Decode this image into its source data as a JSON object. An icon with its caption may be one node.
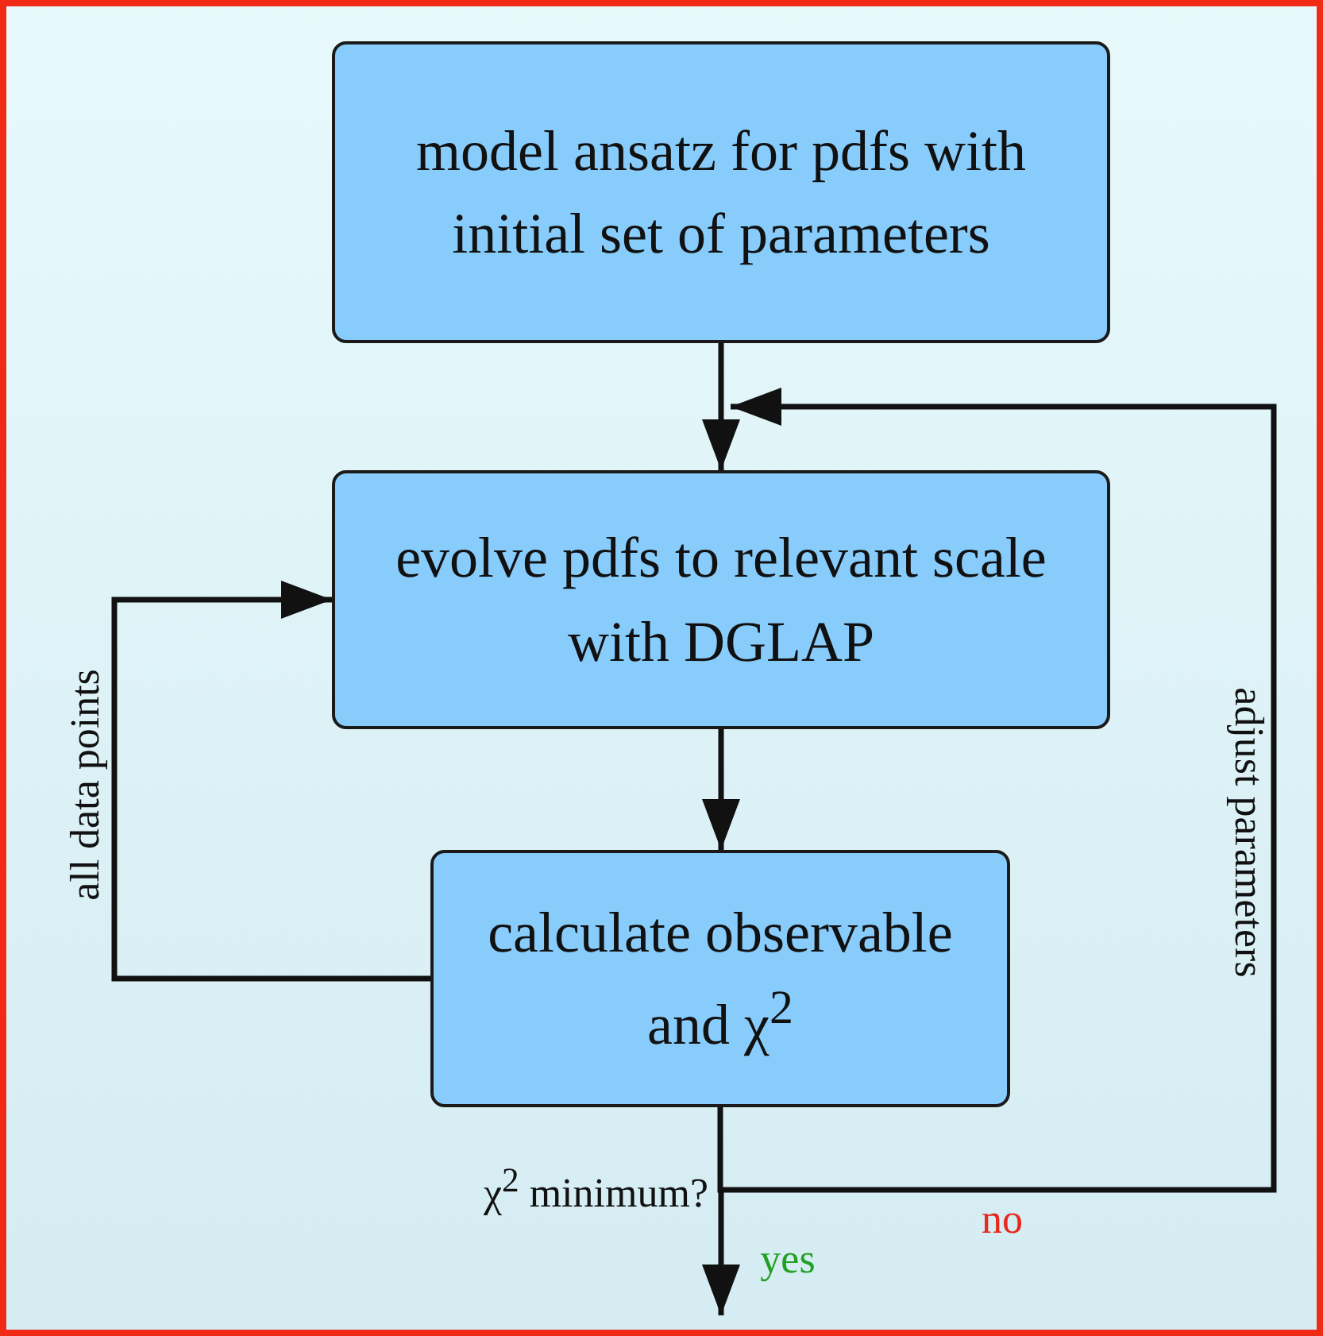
{
  "diagram": {
    "nodes": [
      {
        "text": [
          "model ansatz for pdfs with initial set of parameters"
        ]
      },
      {
        "text": [
          "evolve pdfs to relevant scale with DGLAP"
        ]
      },
      {
        "text": [
          "calculate observable and χ$^{2}$"
        ]
      },
      {
        "text": [
          "χ$^{2}$ minimum?"
        ]
      }
    ],
    "edges": [
      {
        "from": 0,
        "to": 1,
        "arrow": "to"
      },
      {
        "from": 1,
        "to": 2,
        "arrow": "to"
      },
      {
        "from": 2,
        "to": 1,
        "arrow": "to",
        "label": "all data points"
      },
      {
        "from": 2,
        "to": 3,
        "arrow": "none"
      },
      {
        "from": 3,
        "to": null,
        "arrow": "to",
        "label": "yes"
      },
      {
        "from": 3,
        "to": 1,
        "arrow": "to",
        "label": "no"
      }
    ],
    "labels": [
      "adjust parameters"
    ]
  }
}
